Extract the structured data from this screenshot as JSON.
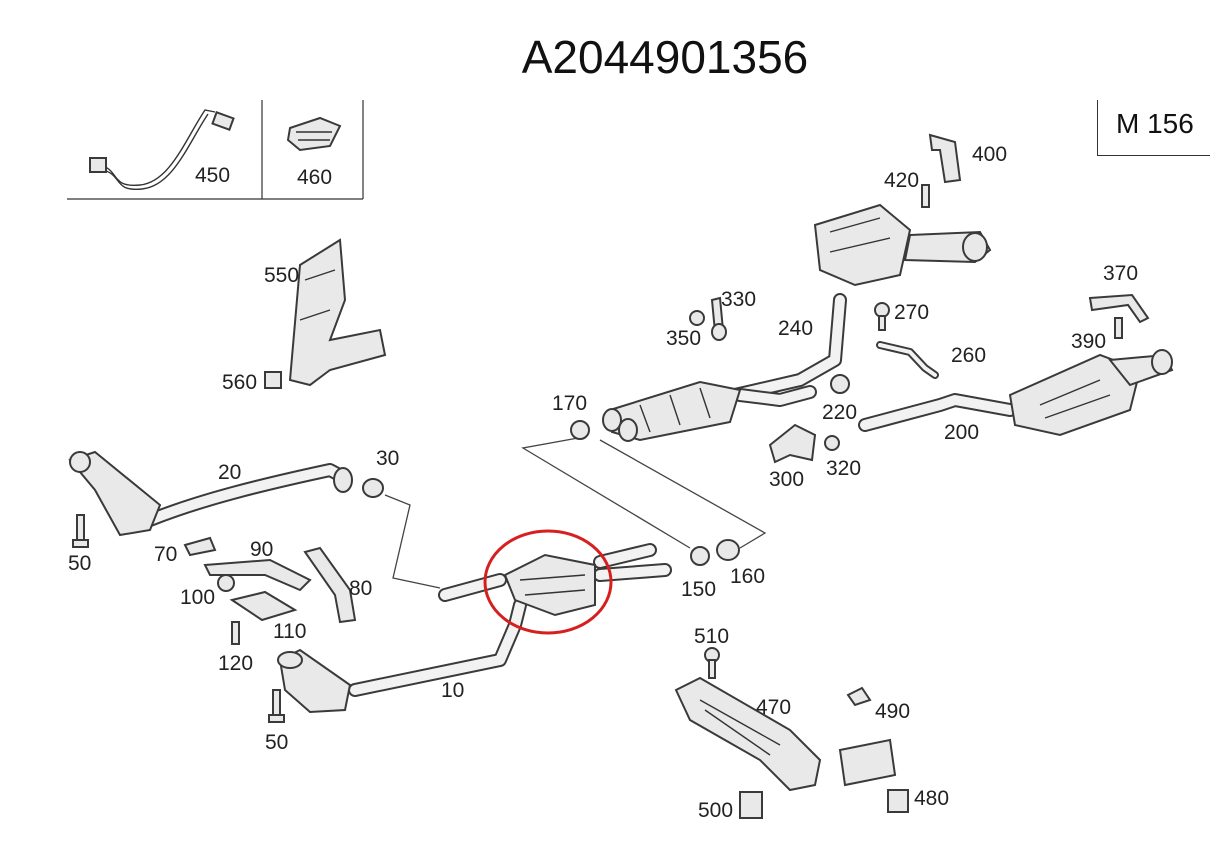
{
  "header": {
    "part_number": "A2044901356",
    "engine_code": "M 156"
  },
  "callouts": {
    "c10": "10",
    "c20": "20",
    "c30": "30",
    "c50a": "50",
    "c50b": "50",
    "c70": "70",
    "c80": "80",
    "c90": "90",
    "c100": "100",
    "c110": "110",
    "c120": "120",
    "c150": "150",
    "c160": "160",
    "c170": "170",
    "c200": "200",
    "c220": "220",
    "c240": "240",
    "c260": "260",
    "c270": "270",
    "c300": "300",
    "c320": "320",
    "c330": "330",
    "c350": "350",
    "c370": "370",
    "c390": "390",
    "c400": "400",
    "c420": "420",
    "c450": "450",
    "c460": "460",
    "c470": "470",
    "c480": "480",
    "c490": "490",
    "c500": "500",
    "c510": "510",
    "c550": "550",
    "c560": "560"
  },
  "highlight": {
    "color": "#d62020"
  }
}
